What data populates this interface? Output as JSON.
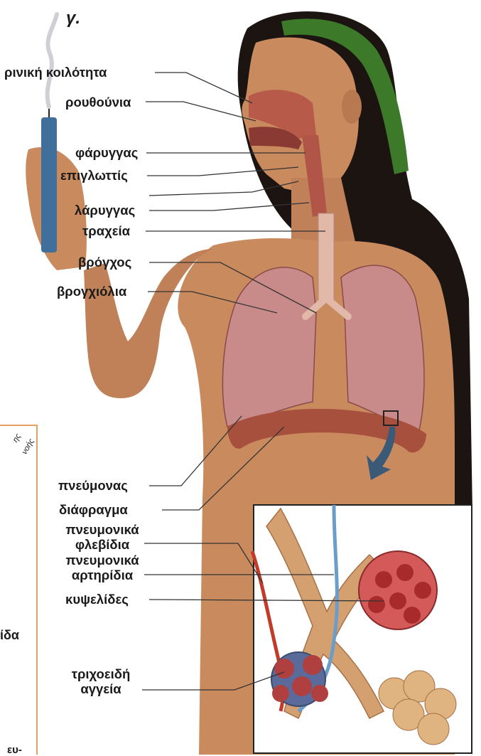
{
  "figure_letter": "γ.",
  "labels": {
    "nasal_cavity": "ρινική κοιλότητα",
    "nostrils": "ρουθούνια",
    "pharynx": "φάρυγγας",
    "epiglottis": "επιγλωττίς",
    "larynx": "λάρυγγας",
    "trachea": "τραχεία",
    "bronchus": "βρόγχος",
    "bronchioles": "βρογχιόλια",
    "lung": "πνεύμονας",
    "diaphragm": "διάφραγμα",
    "pulmonary_venules_1": "πνευμονικά",
    "pulmonary_venules_2": "φλεβίδια",
    "pulmonary_arterioles_1": "πνευμονικά",
    "pulmonary_arterioles_2": "αρτηρίδια",
    "alveoli": "κυψελίδες",
    "capillaries_1": "τριχοειδή",
    "capillaries_2": "αγγεία"
  },
  "edge_fragments": {
    "side_text_1": "ης",
    "side_text_2": "νοής",
    "left_word": "ίδα",
    "bottom_word": "ευ-"
  },
  "colors": {
    "skin": "#c98a5e",
    "hair": "#1c1410",
    "headband": "#3c7a2a",
    "lung": "#c98a8a",
    "airway": "#b85a4a",
    "vein_blue": "#6a9ec8",
    "artery_red": "#c23a2a",
    "inset_border": "#222222",
    "side_box": "#e8a060",
    "arrow": "#3a5a78"
  }
}
